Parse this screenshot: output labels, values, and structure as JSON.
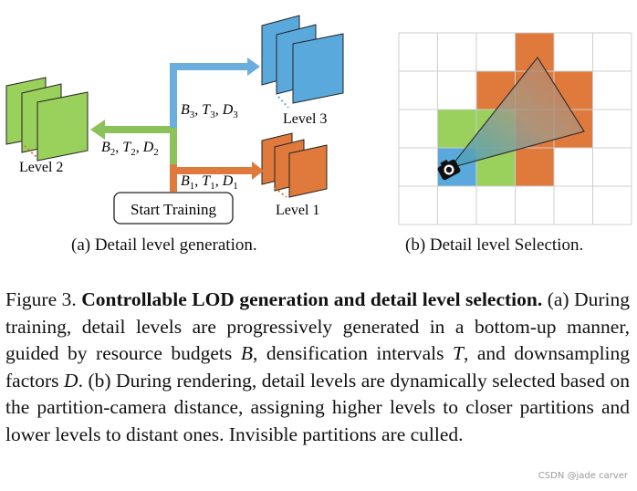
{
  "diagram_a": {
    "levels": [
      {
        "id": "level2",
        "label": "Level 2",
        "color": "#9ad05c"
      },
      {
        "id": "level3",
        "label": "Level 3",
        "color": "#5aa9dd"
      },
      {
        "id": "level1",
        "label": "Level 1",
        "color": "#e07a3c"
      }
    ],
    "arrows": {
      "green": {
        "color": "#8cc25a",
        "math": [
          "B",
          "2",
          "T",
          "2",
          "D",
          "2"
        ]
      },
      "blue": {
        "color": "#6aaede",
        "math": [
          "B",
          "3",
          "T",
          "3",
          "D",
          "3"
        ]
      },
      "orange": {
        "color": "#e07a3c",
        "math": [
          "B",
          "1",
          "T",
          "1",
          "D",
          "1"
        ]
      }
    },
    "start_button": "Start Training"
  },
  "diagram_b": {
    "grid": {
      "cols": 6,
      "rows": 5,
      "line_color": "#cfcfcf"
    },
    "cells": [
      {
        "col": 3,
        "row": 0,
        "color": "#e07a3c"
      },
      {
        "col": 2,
        "row": 1,
        "color": "#e07a3c"
      },
      {
        "col": 3,
        "row": 1,
        "color": "#e07a3c"
      },
      {
        "col": 4,
        "row": 1,
        "color": "#e07a3c"
      },
      {
        "col": 1,
        "row": 2,
        "color": "#9ad05c"
      },
      {
        "col": 2,
        "row": 2,
        "color": "#9ad05c"
      },
      {
        "col": 3,
        "row": 2,
        "color": "#e07a3c"
      },
      {
        "col": 4,
        "row": 2,
        "color": "#e07a3c"
      },
      {
        "col": 1,
        "row": 3,
        "color": "#5aa9dd"
      },
      {
        "col": 2,
        "row": 3,
        "color": "#9ad05c"
      },
      {
        "col": 3,
        "row": 3,
        "color": "#e07a3c"
      }
    ],
    "camera_icon": "camera-icon"
  },
  "captions": {
    "a": "(a) Detail level generation.",
    "b": "(b) Detail level Selection."
  },
  "figure_caption": {
    "label": "Figure 3.",
    "bold": "Controllable LOD generation and detail level selection.",
    "p1": "(a) During training, detail levels are progressively generated in a bottom-up manner, guided by resource budgets",
    "v1": "B",
    "p2": ", densification intervals",
    "v2": "T",
    "p3": ", and downsampling factors",
    "v3": "D",
    "p4": ". (b) During rendering, detail levels are dynamically selected based on the partition-camera distance, assigning higher levels to closer partitions and lower levels to distant ones. Invisible partitions are culled."
  },
  "watermark": "CSDN @jade carver"
}
